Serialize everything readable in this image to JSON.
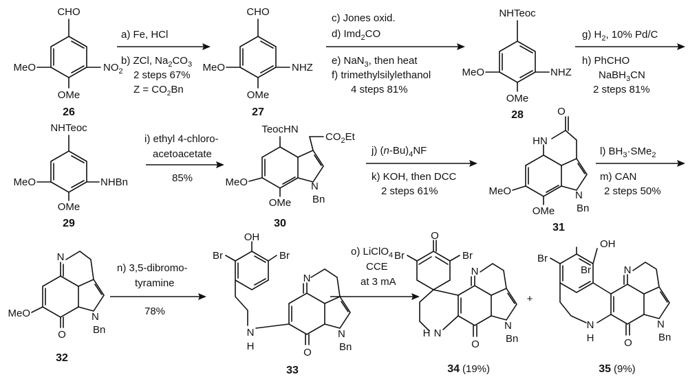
{
  "compounds": [
    {
      "id": "26",
      "groups": {
        "top": "CHO",
        "left": "MeO",
        "right": "NO2",
        "bottom": "OMe"
      }
    },
    {
      "id": "27",
      "groups": {
        "top": "CHO",
        "left": "MeO",
        "right": "NHZ",
        "bottom": "OMe"
      }
    },
    {
      "id": "28",
      "groups": {
        "top": "NHTeoc",
        "left": "MeO",
        "right": "NHZ",
        "bottom": "OMe"
      }
    },
    {
      "id": "29",
      "groups": {
        "top": "NHTeoc",
        "left": "MeO",
        "right": "NHBn",
        "bottom": "OMe"
      }
    },
    {
      "id": "30",
      "groups": {
        "top": "TeocHN",
        "ester": "CO2Et",
        "left": "MeO",
        "bottom": "OMe",
        "n": "N",
        "bn": "Bn"
      }
    },
    {
      "id": "31",
      "groups": {
        "hn": "HN",
        "o": "O",
        "left": "MeO",
        "bottom": "OMe",
        "n": "N",
        "bn": "Bn"
      }
    },
    {
      "id": "32",
      "groups": {
        "n_imine": "N",
        "left": "MeO",
        "o": "O",
        "n": "N",
        "bn": "Bn"
      }
    },
    {
      "id": "33",
      "groups": {
        "oh": "OH",
        "br1": "Br",
        "br2": "Br",
        "n_imine": "N",
        "nh": "N",
        "h": "H",
        "o": "O",
        "n": "N",
        "bn": "Bn"
      }
    },
    {
      "id": "34",
      "yield": "(19%)",
      "groups": {
        "br1": "Br",
        "br2": "Br",
        "o_top": "O",
        "n_imine": "N",
        "nh": "N",
        "h": "H",
        "o": "O",
        "n": "N",
        "bn": "Bn"
      }
    },
    {
      "id": "35",
      "yield": "(9%)",
      "groups": {
        "oh": "OH",
        "br1": "Br",
        "br2": "Br",
        "n_imine": "N",
        "nh": "N",
        "h": "H",
        "o": "O",
        "n": "N",
        "bn": "Bn"
      }
    }
  ],
  "steps": [
    {
      "from": "26",
      "to": "27",
      "above": [
        "a) Fe, HCl"
      ],
      "below": [
        "b) ZCl, Na2CO3",
        "2 steps 67%",
        "Z = CO2Bn"
      ]
    },
    {
      "from": "27",
      "to": "28",
      "above": [
        "c) Jones oxid.",
        "d) Imd2CO"
      ],
      "below": [
        "e) NaN3, then heat",
        "f) trimethylsilylethanol",
        "4 steps 81%"
      ]
    },
    {
      "from": "28",
      "to": "29",
      "above": [
        "g) H2, 10% Pd/C"
      ],
      "below": [
        "h) PhCHO",
        "NaBH3CN",
        "2 steps 81%"
      ]
    },
    {
      "from": "29",
      "to": "30",
      "above": [
        "i) ethyl 4-chloro-",
        "acetoacetate"
      ],
      "below": [
        "85%"
      ]
    },
    {
      "from": "30",
      "to": "31",
      "above": [
        "j) (n-Bu)4NF"
      ],
      "below": [
        "k) KOH, then DCC",
        "2 steps 61%"
      ]
    },
    {
      "from": "31",
      "to": "32",
      "above": [
        "l) BH3·SMe2"
      ],
      "below": [
        "m) CAN",
        "2 steps 50%"
      ]
    },
    {
      "from": "32",
      "to": "33",
      "above": [
        "n) 3,5-dibromo-",
        "tyramine"
      ],
      "below": [
        "78%"
      ]
    },
    {
      "from": "33",
      "to": "34 + 35",
      "above": [
        "o) LiClO4",
        "CCE",
        "at 3 mA"
      ],
      "below": []
    }
  ],
  "plus": "+"
}
